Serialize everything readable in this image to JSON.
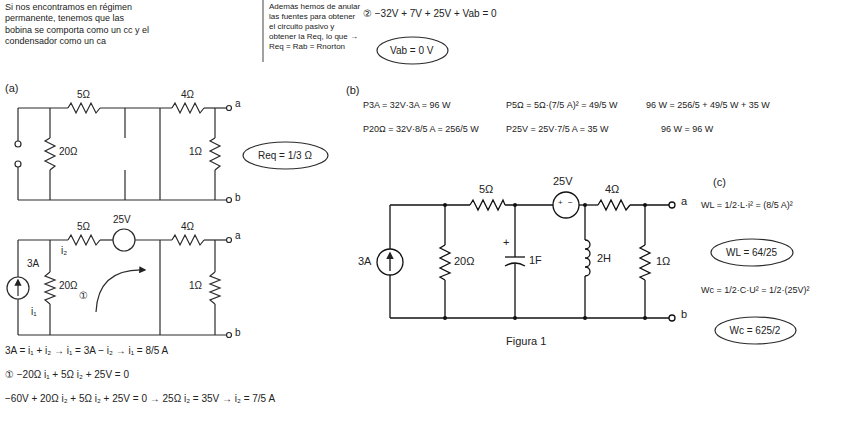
{
  "diagram": {
    "nodes": [
      {
        "text": [
          "Req = 1/3 Ω"
        ]
      },
      {
        "text": [
          "Vab = 0 V"
        ]
      },
      {
        "text": [
          "WL = 64/25"
        ]
      },
      {
        "text": [
          "Wc = 625/2"
        ]
      }
    ],
    "labels": [
      "Si nos encontramos en régimen permanente, tenemos que las bobina se comporta como un cc y el condensador como un ca",
      "Además hemos de anular las fuentes para obtener el circuito pasivo y obtener la Req, lo que → Req = Rab = Rnorton",
      "(a)",
      "5Ω",
      "4Ω",
      "20Ω",
      "1Ω",
      "a",
      "b",
      "3A",
      "5Ω",
      "25V",
      "4Ω",
      "i₁",
      "i₂",
      "20Ω",
      "1Ω",
      "①",
      "a",
      "b",
      "3A = i₁ + i₂ → i₁ = 3A − i₂ → i₁ = 8/5 A",
      "① −20Ω i₁ + 5Ω i₂ + 25V = 0",
      "−60V + 20Ω i₂ + 5Ω i₂ + 25V = 0 → 25Ω i₂ = 35V → i₂ = 7/5 A",
      "② −32V + 7V + 25V + Vab = 0",
      "(b)",
      "P3A = 32V·3A = 96 W",
      "P20Ω = 32V·8/5 A = 256/5 W",
      "P5Ω = 5Ω·(7/5 A)² = 49/5 W",
      "P25V = 25V·7/5 A = 35 W",
      "96 W = 256/5 + 49/5 W + 35 W",
      "96 W = 96 W",
      "3A",
      "20Ω",
      "5Ω",
      "+",
      "1F",
      "25V",
      "+",
      "−",
      "4Ω",
      "2H",
      "1Ω",
      "a",
      "b",
      "Figura 1",
      "(c)",
      "WL = 1/2·L·i² = (8/5 A)²",
      "Wc = 1/2·C·U² = 1/2·(25V)²"
    ]
  }
}
